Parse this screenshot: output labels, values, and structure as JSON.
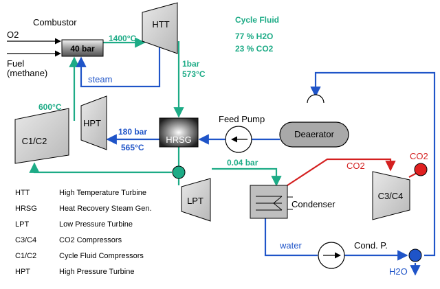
{
  "inputs": {
    "combustor_title": "Combustor",
    "o2": "O2",
    "fuel_line1": "Fuel",
    "fuel_line2": "(methane)"
  },
  "components": {
    "combustor_pressure": "40 bar",
    "htt": "HTT",
    "hpt": "HPT",
    "c1c2": "C1/C2",
    "hrsg": "HRSG",
    "lpt": "LPT",
    "deaerator": "Deaerator",
    "condenser": "Condenser",
    "c3c4": "C3/C4"
  },
  "cycle_fluid": {
    "title": "Cycle Fluid",
    "line1": "77 % H2O",
    "line2": "23 % CO2"
  },
  "annotations": {
    "combustor_out_temp": "1400°C",
    "htt_out_pressure": "1bar",
    "htt_out_temp": "573°C",
    "steam": "steam",
    "c1c2_out_temp": "600°C",
    "hrsg_steam_pressure": "180 bar",
    "hrsg_steam_temp": "565°C",
    "lpt_out_pressure": "0.04 bar",
    "feed_pump": "Feed Pump",
    "co2_mid": "CO2",
    "co2_out": "CO2",
    "water": "water",
    "cond_pump": "Cond. P.",
    "h2o_out": "H2O"
  },
  "legend": [
    {
      "abbr": "HTT",
      "desc": "High Temperature Turbine"
    },
    {
      "abbr": "HRSG",
      "desc": "Heat Recovery Steam Gen."
    },
    {
      "abbr": "LPT",
      "desc": "Low Pressure Turbine"
    },
    {
      "abbr": "C3/C4",
      "desc": "CO2 Compressors"
    },
    {
      "abbr": "C1/C2",
      "desc": "Cycle Fluid Compressors"
    },
    {
      "abbr": "HPT",
      "desc": "High Pressure Turbine"
    }
  ],
  "colors": {
    "green": "#1dab86",
    "blue": "#1f54c8",
    "red": "#d42020",
    "component_gray": "#c8c8c8"
  }
}
